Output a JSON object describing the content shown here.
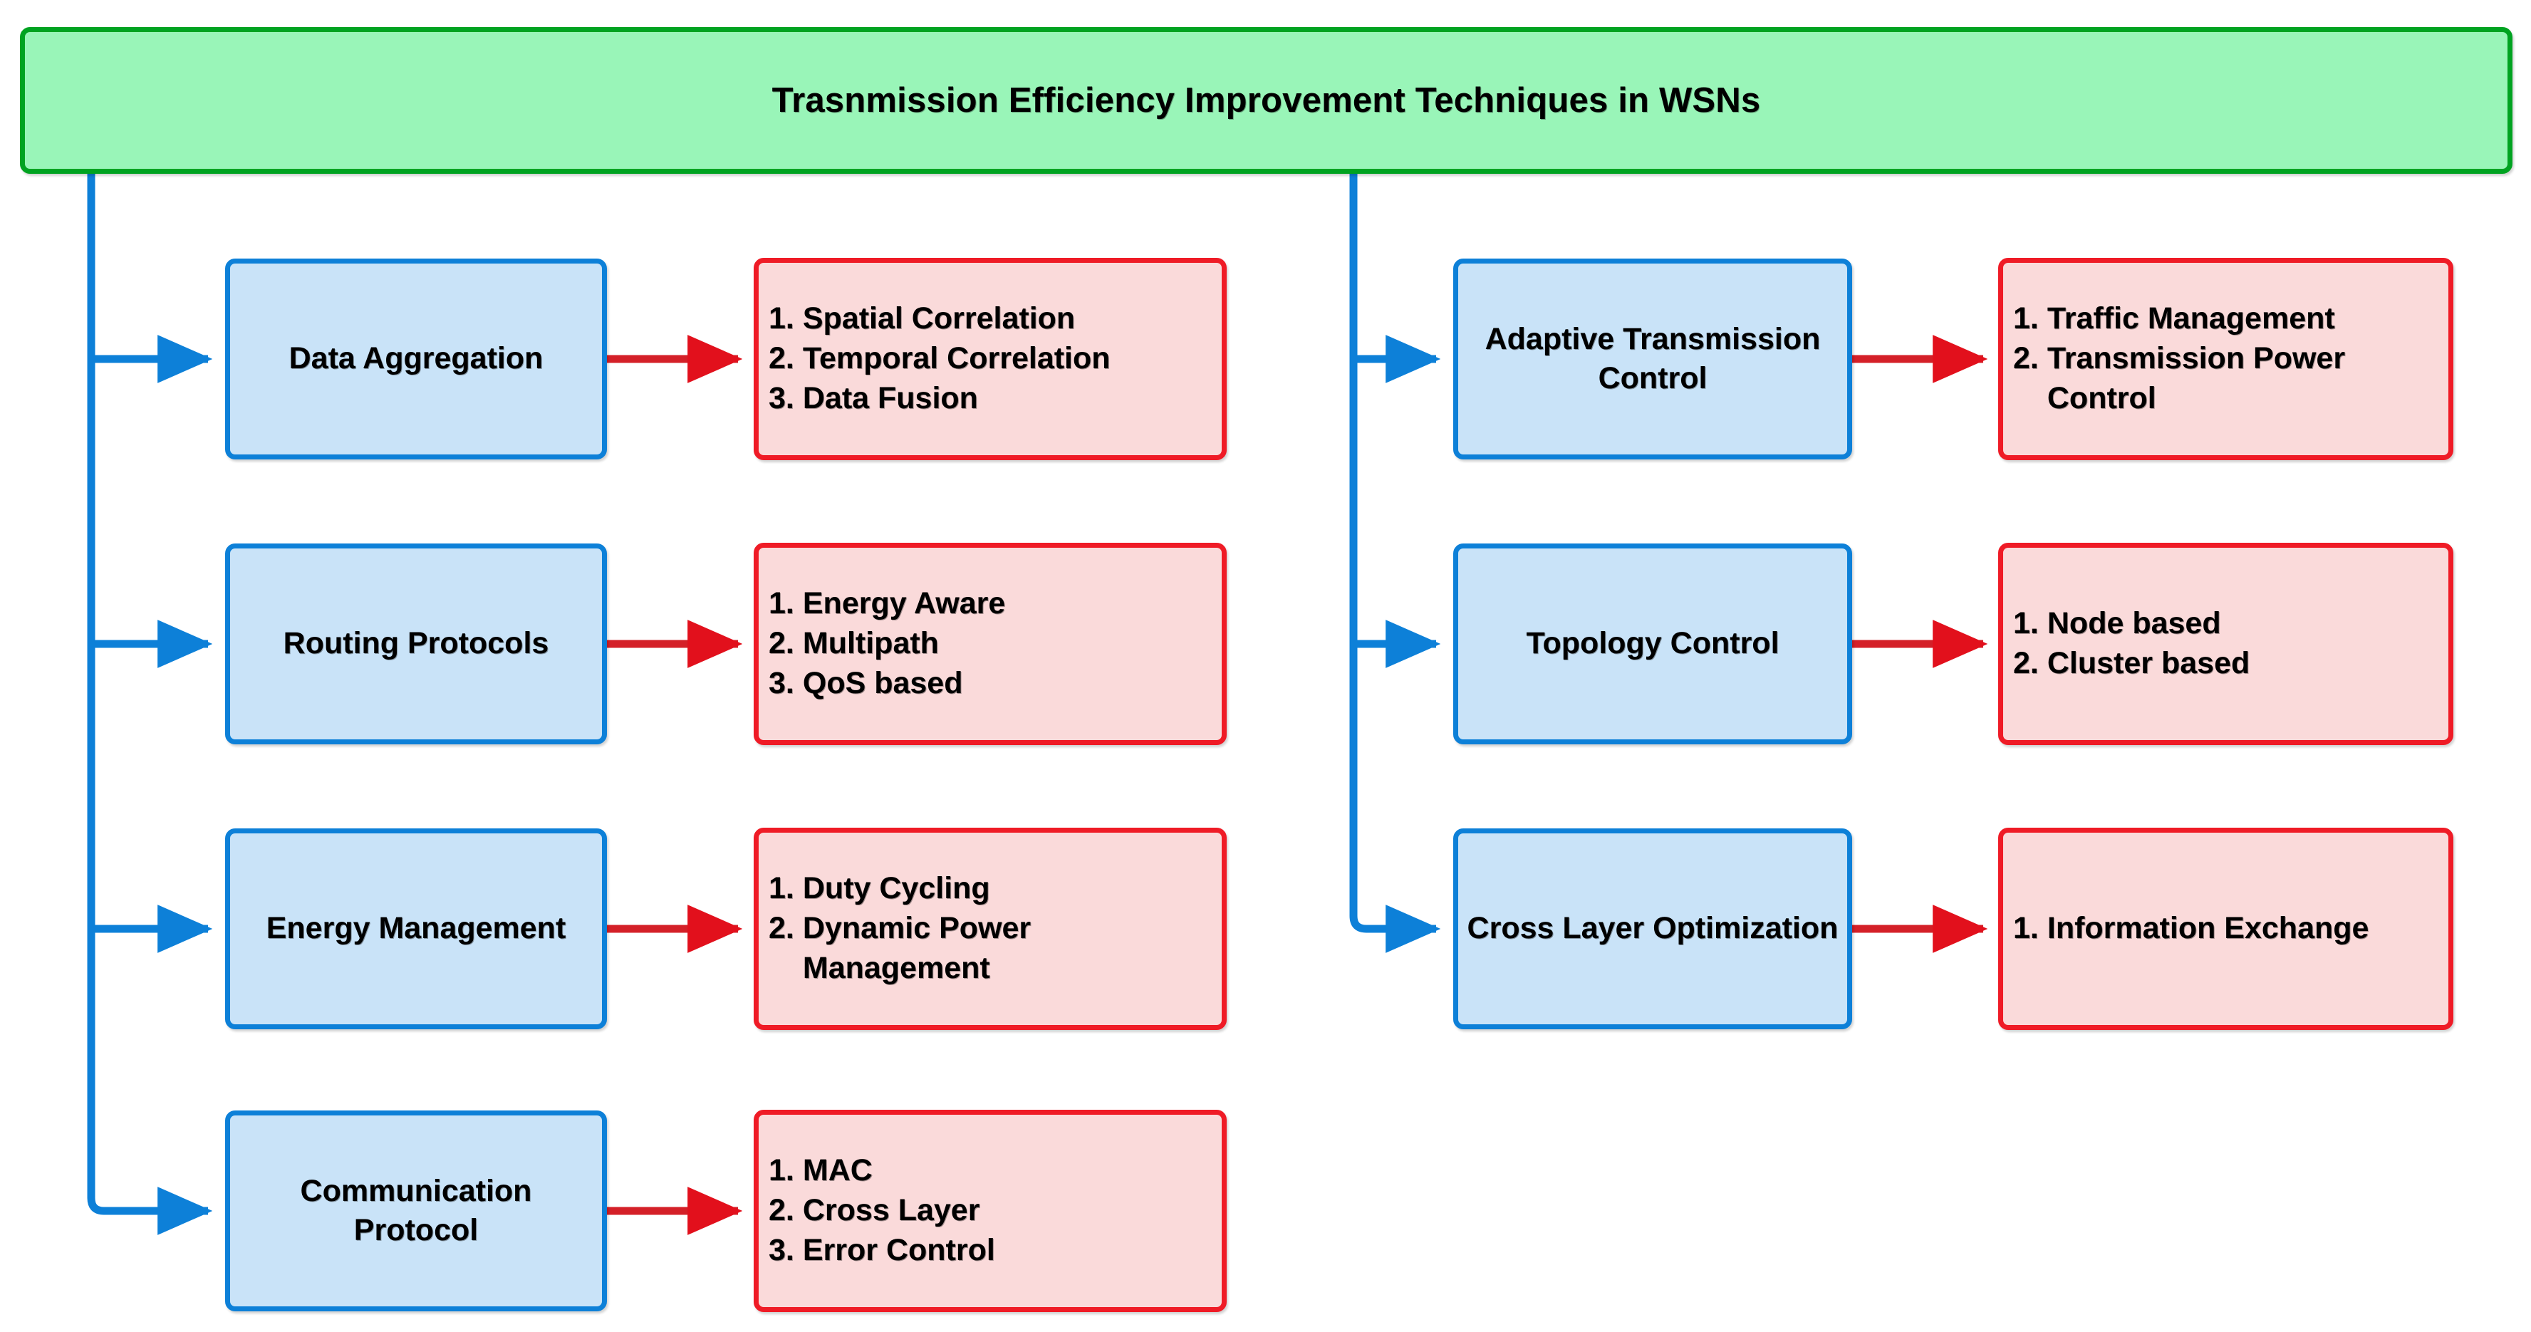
{
  "diagram": {
    "title": "Trasnmission Efficiency Improvement Techniques in WSNs",
    "colors": {
      "root_fill": "#99f5b8",
      "root_border": "#00a321",
      "category_fill": "#c9e3f8",
      "category_border": "#0d80d8",
      "items_fill": "#fadada",
      "items_border": "#ef1b26",
      "trunk_line": "#0d80d8",
      "item_arrow": "#d42028",
      "text": "#000000",
      "background": "#ffffff"
    },
    "branches": [
      {
        "id": "data-aggregation",
        "category": "Data Aggregation",
        "items": [
          {
            "num": "1.",
            "text": "Spatial Correlation"
          },
          {
            "num": "2.",
            "text": "Temporal Correlation"
          },
          {
            "num": "3.",
            "text": "Data Fusion"
          }
        ]
      },
      {
        "id": "routing-protocols",
        "category": "Routing Protocols",
        "items": [
          {
            "num": "1.",
            "text": "Energy Aware"
          },
          {
            "num": "2.",
            "text": "Multipath"
          },
          {
            "num": "3.",
            "text": "QoS based"
          }
        ]
      },
      {
        "id": "energy-management",
        "category": "Energy Management",
        "items": [
          {
            "num": "1.",
            "text": "Duty Cycling"
          },
          {
            "num": "2.",
            "text": "Dynamic Power Management"
          }
        ]
      },
      {
        "id": "communication-protocol",
        "category": "Communication Protocol",
        "items": [
          {
            "num": "1.",
            "text": "MAC"
          },
          {
            "num": "2.",
            "text": "Cross Layer"
          },
          {
            "num": "3.",
            "text": "Error Control"
          }
        ]
      },
      {
        "id": "adaptive-transmission-control",
        "category": "Adaptive Transmission Control",
        "items": [
          {
            "num": "1.",
            "text": "Traffic Management"
          },
          {
            "num": "2.",
            "text": "Transmission Power Control"
          }
        ]
      },
      {
        "id": "topology-control",
        "category": "Topology Control",
        "items": [
          {
            "num": "1.",
            "text": "Node based"
          },
          {
            "num": "2.",
            "text": "Cluster based"
          }
        ]
      },
      {
        "id": "cross-layer-optimization",
        "category": "Cross Layer Optimization",
        "items": [
          {
            "num": "1.",
            "text": "Information Exchange"
          }
        ]
      }
    ]
  }
}
